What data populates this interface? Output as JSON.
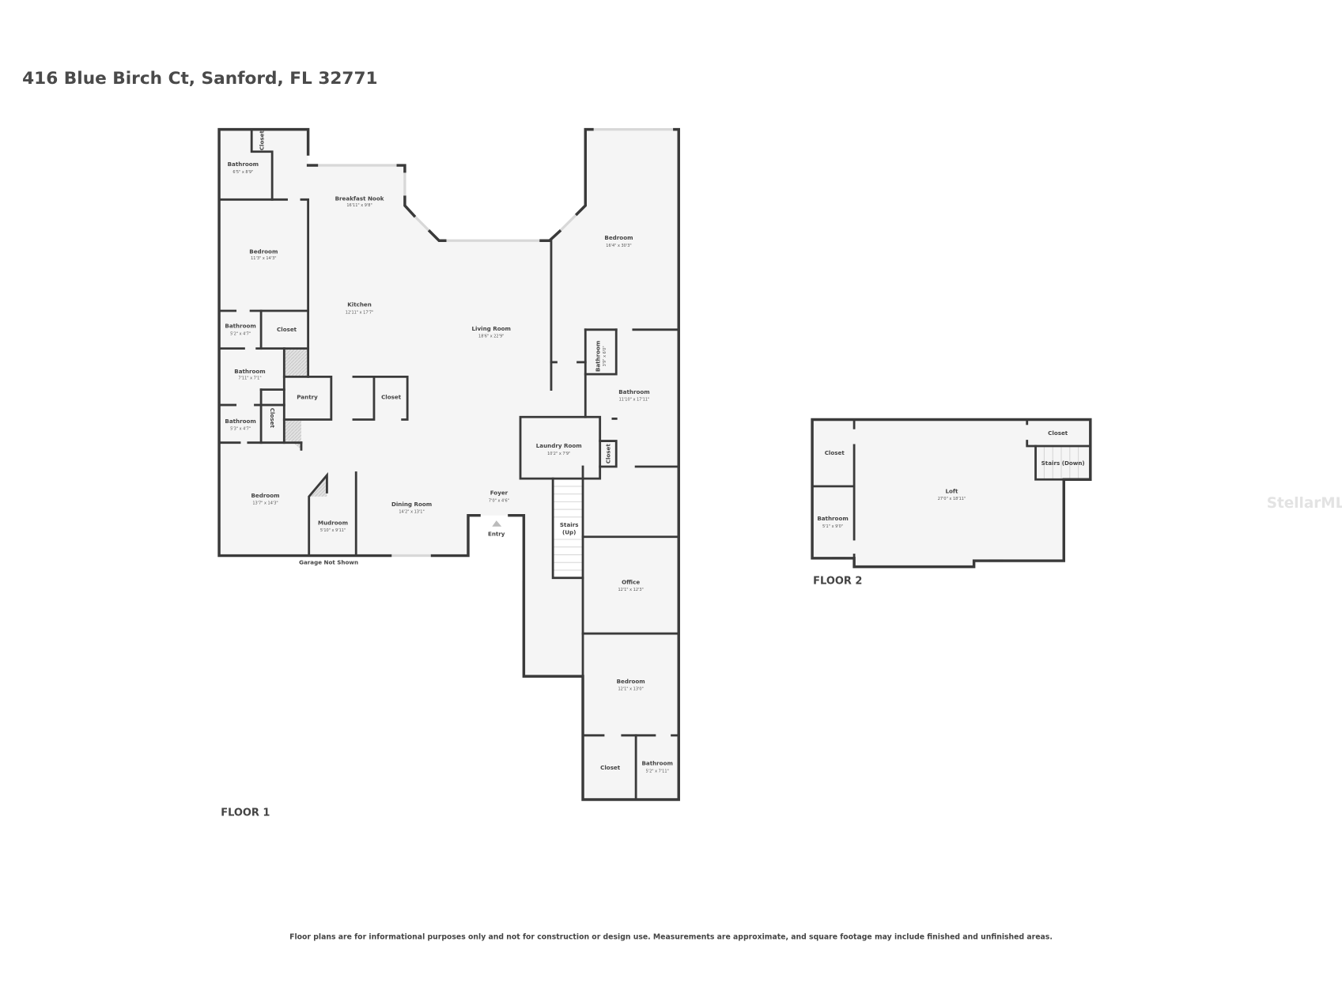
{
  "title": "416 Blue Birch Ct, Sanford, FL 32771",
  "floor1": {
    "label": "FLOOR 1",
    "rooms": [
      {
        "name": "Bathroom",
        "dims": "6'5\" x 8'9\""
      },
      {
        "name": "Closet"
      },
      {
        "name": "Breakfast Nook",
        "dims": "16'11\" x 9'8\""
      },
      {
        "name": "Bedroom",
        "dims": "11'3\" x 14'3\""
      },
      {
        "name": "Kitchen",
        "dims": "12'11\" x 17'7\""
      },
      {
        "name": "Living Room",
        "dims": "18'6\" x 22'9\""
      },
      {
        "name": "Bathroom",
        "dims": "5'2\" x 4'7\""
      },
      {
        "name": "Closet"
      },
      {
        "name": "Bathroom",
        "dims": "7'11\" x 7'1\""
      },
      {
        "name": "Pantry"
      },
      {
        "name": "Closet"
      },
      {
        "name": "Bathroom",
        "dims": "5'3\" x 4'7\""
      },
      {
        "name": "Closet"
      },
      {
        "name": "Bedroom",
        "dims": "13'7\" x 14'3\""
      },
      {
        "name": "Mudroom",
        "dims": "5'10\" x 9'11\""
      },
      {
        "name": "Dining Room",
        "dims": "14'2\" x 13'1\""
      },
      {
        "name": "Foyer",
        "dims": "7'0\" x 4'6\""
      },
      {
        "name": "Bedroom",
        "dims": "16'4\" x 30'3\""
      },
      {
        "name": "Bathroom",
        "dims": "3'9\" x 6'0\""
      },
      {
        "name": "Bathroom",
        "dims": "11'10\" x 17'11\""
      },
      {
        "name": "Laundry Room",
        "dims": "10'2\" x 7'9\""
      },
      {
        "name": "Closet"
      },
      {
        "name": "Stairs",
        "dims": "(Up)"
      },
      {
        "name": "Office",
        "dims": "12'1\" x 12'3\""
      },
      {
        "name": "Bedroom",
        "dims": "12'1\" x 13'0\""
      },
      {
        "name": "Closet"
      },
      {
        "name": "Bathroom",
        "dims": "5'2\" x 7'11\""
      }
    ],
    "entry": "Entry",
    "garage_note": "Garage Not Shown"
  },
  "floor2": {
    "label": "FLOOR 2",
    "rooms": [
      {
        "name": "Closet"
      },
      {
        "name": "Bathroom",
        "dims": "5'1\" x 9'0\""
      },
      {
        "name": "Loft",
        "dims": "27'0\" x 18'11\""
      },
      {
        "name": "Closet"
      },
      {
        "name": "Stairs (Down)"
      }
    ]
  },
  "disclaimer": "Floor plans are for informational purposes only and not for construction or design use. Measurements are approximate, and square footage may include finished and unfinished areas.",
  "watermark": "StellarMLS",
  "colors": {
    "wall": "#3a3a3a",
    "floor": "#f5f5f5",
    "window": "#d8d8d8"
  }
}
